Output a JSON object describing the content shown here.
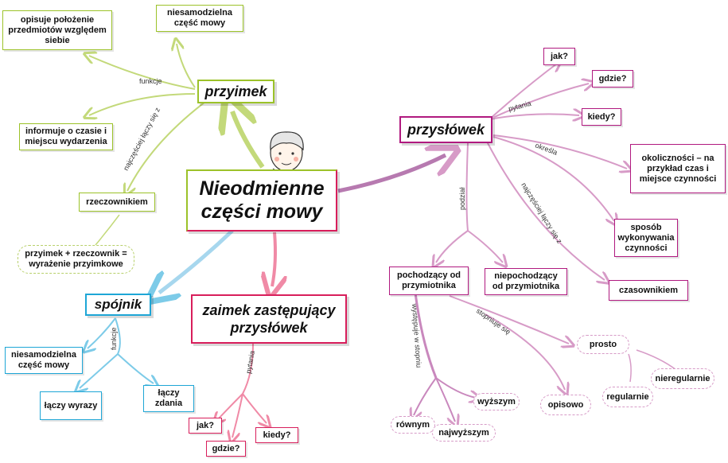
{
  "main": {
    "title_line1": "Nieodmienne",
    "title_line2": "części mowy"
  },
  "przyimek": {
    "title": "przyimek",
    "rel_functions": "funkcje",
    "rel_connects": "najczęściej łączy się z",
    "functions": [
      "opisuje położenie przedmiotów względem siebie",
      "niesamodzielna część mowy",
      "informuje o czasie i miejscu wydarzenia"
    ],
    "connects": "rzeczownikiem",
    "formula": "przyimek + rzeczownik = wyrażenie przyimkowe"
  },
  "spojnik": {
    "title": "spójnik",
    "rel_functions": "funkcje",
    "items": [
      "niesamodzielna część mowy",
      "łączy wyrazy",
      "łączy zdania"
    ]
  },
  "zaimek": {
    "title_line1": "zaimek zastępujący",
    "title_line2": "przysłówek",
    "rel_questions": "pytania",
    "questions": [
      "jak?",
      "gdzie?",
      "kiedy?"
    ]
  },
  "przyslowek": {
    "title": "przysłówek",
    "rel_questions": "pytania",
    "questions": [
      "jak?",
      "gdzie?",
      "kiedy?"
    ],
    "rel_defines": "określa",
    "defines": [
      "okoliczności – na przykład czas i miejsce czynności",
      "sposób wykonywania czynności"
    ],
    "rel_connects": "najczęściej łączy się z",
    "connects": "czasownikiem",
    "rel_division": "podział",
    "division": [
      "pochodzący od przymiotnika",
      "niepochodzący od przymiotnika"
    ],
    "rel_degree": "występuje w stopniu",
    "degrees": [
      "równym",
      "wyższym",
      "najwyższym"
    ],
    "rel_comparison": "stopniuje się",
    "comparison": [
      "prosto",
      "opisowo",
      "regularnie",
      "nieregularnie"
    ]
  },
  "colors": {
    "green": "#9cc229",
    "purple": "#b0197f",
    "light_purple": "#d79bc7",
    "blue": "#1ea6d6",
    "red": "#d81e5b"
  }
}
